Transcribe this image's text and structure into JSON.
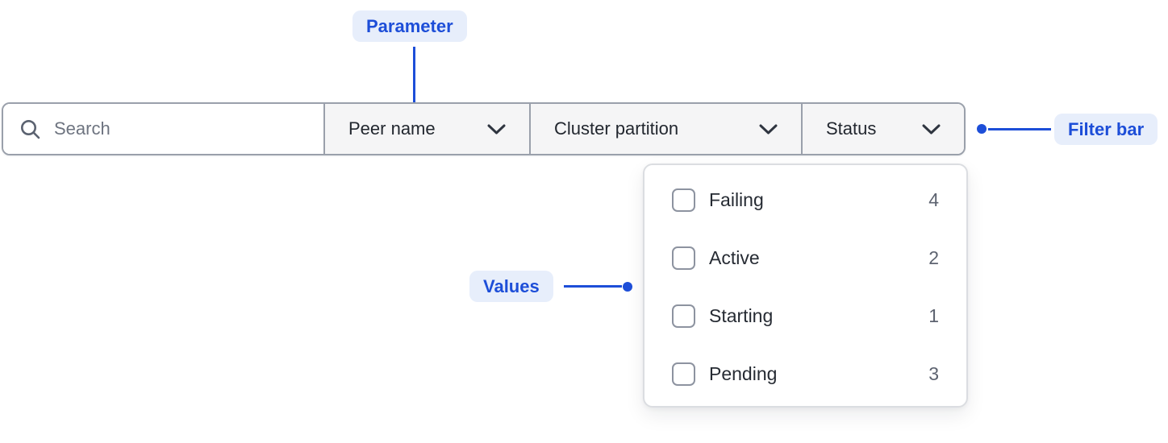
{
  "figure": {
    "annotations": {
      "parameter_label": "Parameter",
      "filter_bar_label": "Filter bar",
      "values_label": "Values"
    },
    "filter_bar": {
      "search_placeholder": "Search",
      "search_value": "",
      "dropdowns": [
        {
          "label": "Peer name",
          "expanded": false
        },
        {
          "label": "Cluster partition",
          "expanded": false
        },
        {
          "label": "Status",
          "expanded": true
        }
      ]
    },
    "status_menu": {
      "options": [
        {
          "label": "Failing",
          "count": "4",
          "checked": false
        },
        {
          "label": "Active",
          "count": "2",
          "checked": false
        },
        {
          "label": "Starting",
          "count": "1",
          "checked": false
        },
        {
          "label": "Pending",
          "count": "3",
          "checked": false
        }
      ]
    },
    "colors": {
      "annotation_blue": "#1d4ed8",
      "annotation_badge_bg": "#e7eefb",
      "bar_border": "#9aa0ab",
      "dropdown_button_bg": "#f5f5f6",
      "label_text": "#22272f",
      "muted_text": "#5d6370",
      "menu_border": "#dbdde1",
      "checkbox_border": "#8d93a0"
    }
  }
}
